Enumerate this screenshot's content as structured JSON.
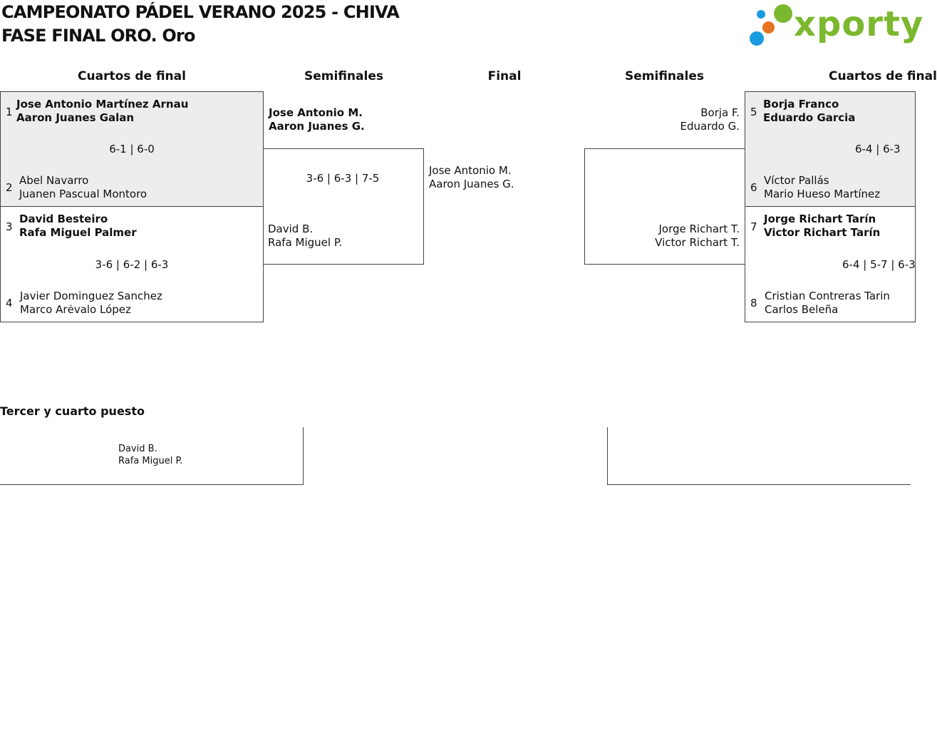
{
  "header": {
    "title_line1": "CAMPEONATO PÁDEL VERANO 2025 - CHIVA",
    "title_line2": "FASE FINAL ORO. Oro"
  },
  "logo": {
    "text": "xporty",
    "brand_color": "#7cb82f",
    "dot_colors": [
      "#1a9be0",
      "#e8731f",
      "#7cb82f"
    ]
  },
  "columns": {
    "quarters_left": "Cuartos de final",
    "semis_left": "Semifinales",
    "final": "Final",
    "semis_right": "Semifinales",
    "quarters_right": "Cuartos de final"
  },
  "quarterfinals": [
    {
      "top_seed": "1",
      "top_p1": "Jose Antonio Martínez Arnau",
      "top_p2": "Aaron Juanes Galan",
      "score": "6-1 | 6-0",
      "bottom_seed": "2",
      "bottom_p1": "Abel Navarro",
      "bottom_p2": "Juanen Pascual Montoro"
    },
    {
      "top_seed": "3",
      "top_p1": "David Besteiro",
      "top_p2": "Rafa Miguel Palmer",
      "score": "3-6 | 6-2 | 6-3",
      "bottom_seed": "4",
      "bottom_p1": "Javier Dominguez Sanchez",
      "bottom_p2": "Marco Arėvalo López"
    },
    {
      "top_seed": "5",
      "top_p1": "Borja Franco",
      "top_p2": "Eduardo Garcia",
      "score": "6-4 | 6-3",
      "bottom_seed": "6",
      "bottom_p1": "Víctor Pallás",
      "bottom_p2": "Mario Hueso Martínez"
    },
    {
      "top_seed": "7",
      "top_p1": "Jorge Richart Tarín",
      "top_p2": "Victor Richart Tarín",
      "score": "6-4 | 5-7 | 6-3",
      "bottom_seed": "8",
      "bottom_p1": "Cristian Contreras Tarin",
      "bottom_p2": "Carlos Beleña"
    }
  ],
  "semifinals": [
    {
      "top_p1": "Jose Antonio M.",
      "top_p2": "Aaron Juanes G.",
      "score": "3-6 | 6-3 | 7-5",
      "bottom_p1": "David B.",
      "bottom_p2": "Rafa Miguel P."
    },
    {
      "top_p1": "Borja F.",
      "top_p2": "Eduardo G.",
      "score": "",
      "bottom_p1": "Jorge Richart T.",
      "bottom_p2": "Victor Richart T."
    }
  ],
  "final": {
    "p1": "Jose Antonio M.",
    "p2": "Aaron Juanes G."
  },
  "third_place": {
    "title": "Tercer y cuarto puesto",
    "left_p1": "David B.",
    "left_p2": "Rafa Miguel P."
  }
}
